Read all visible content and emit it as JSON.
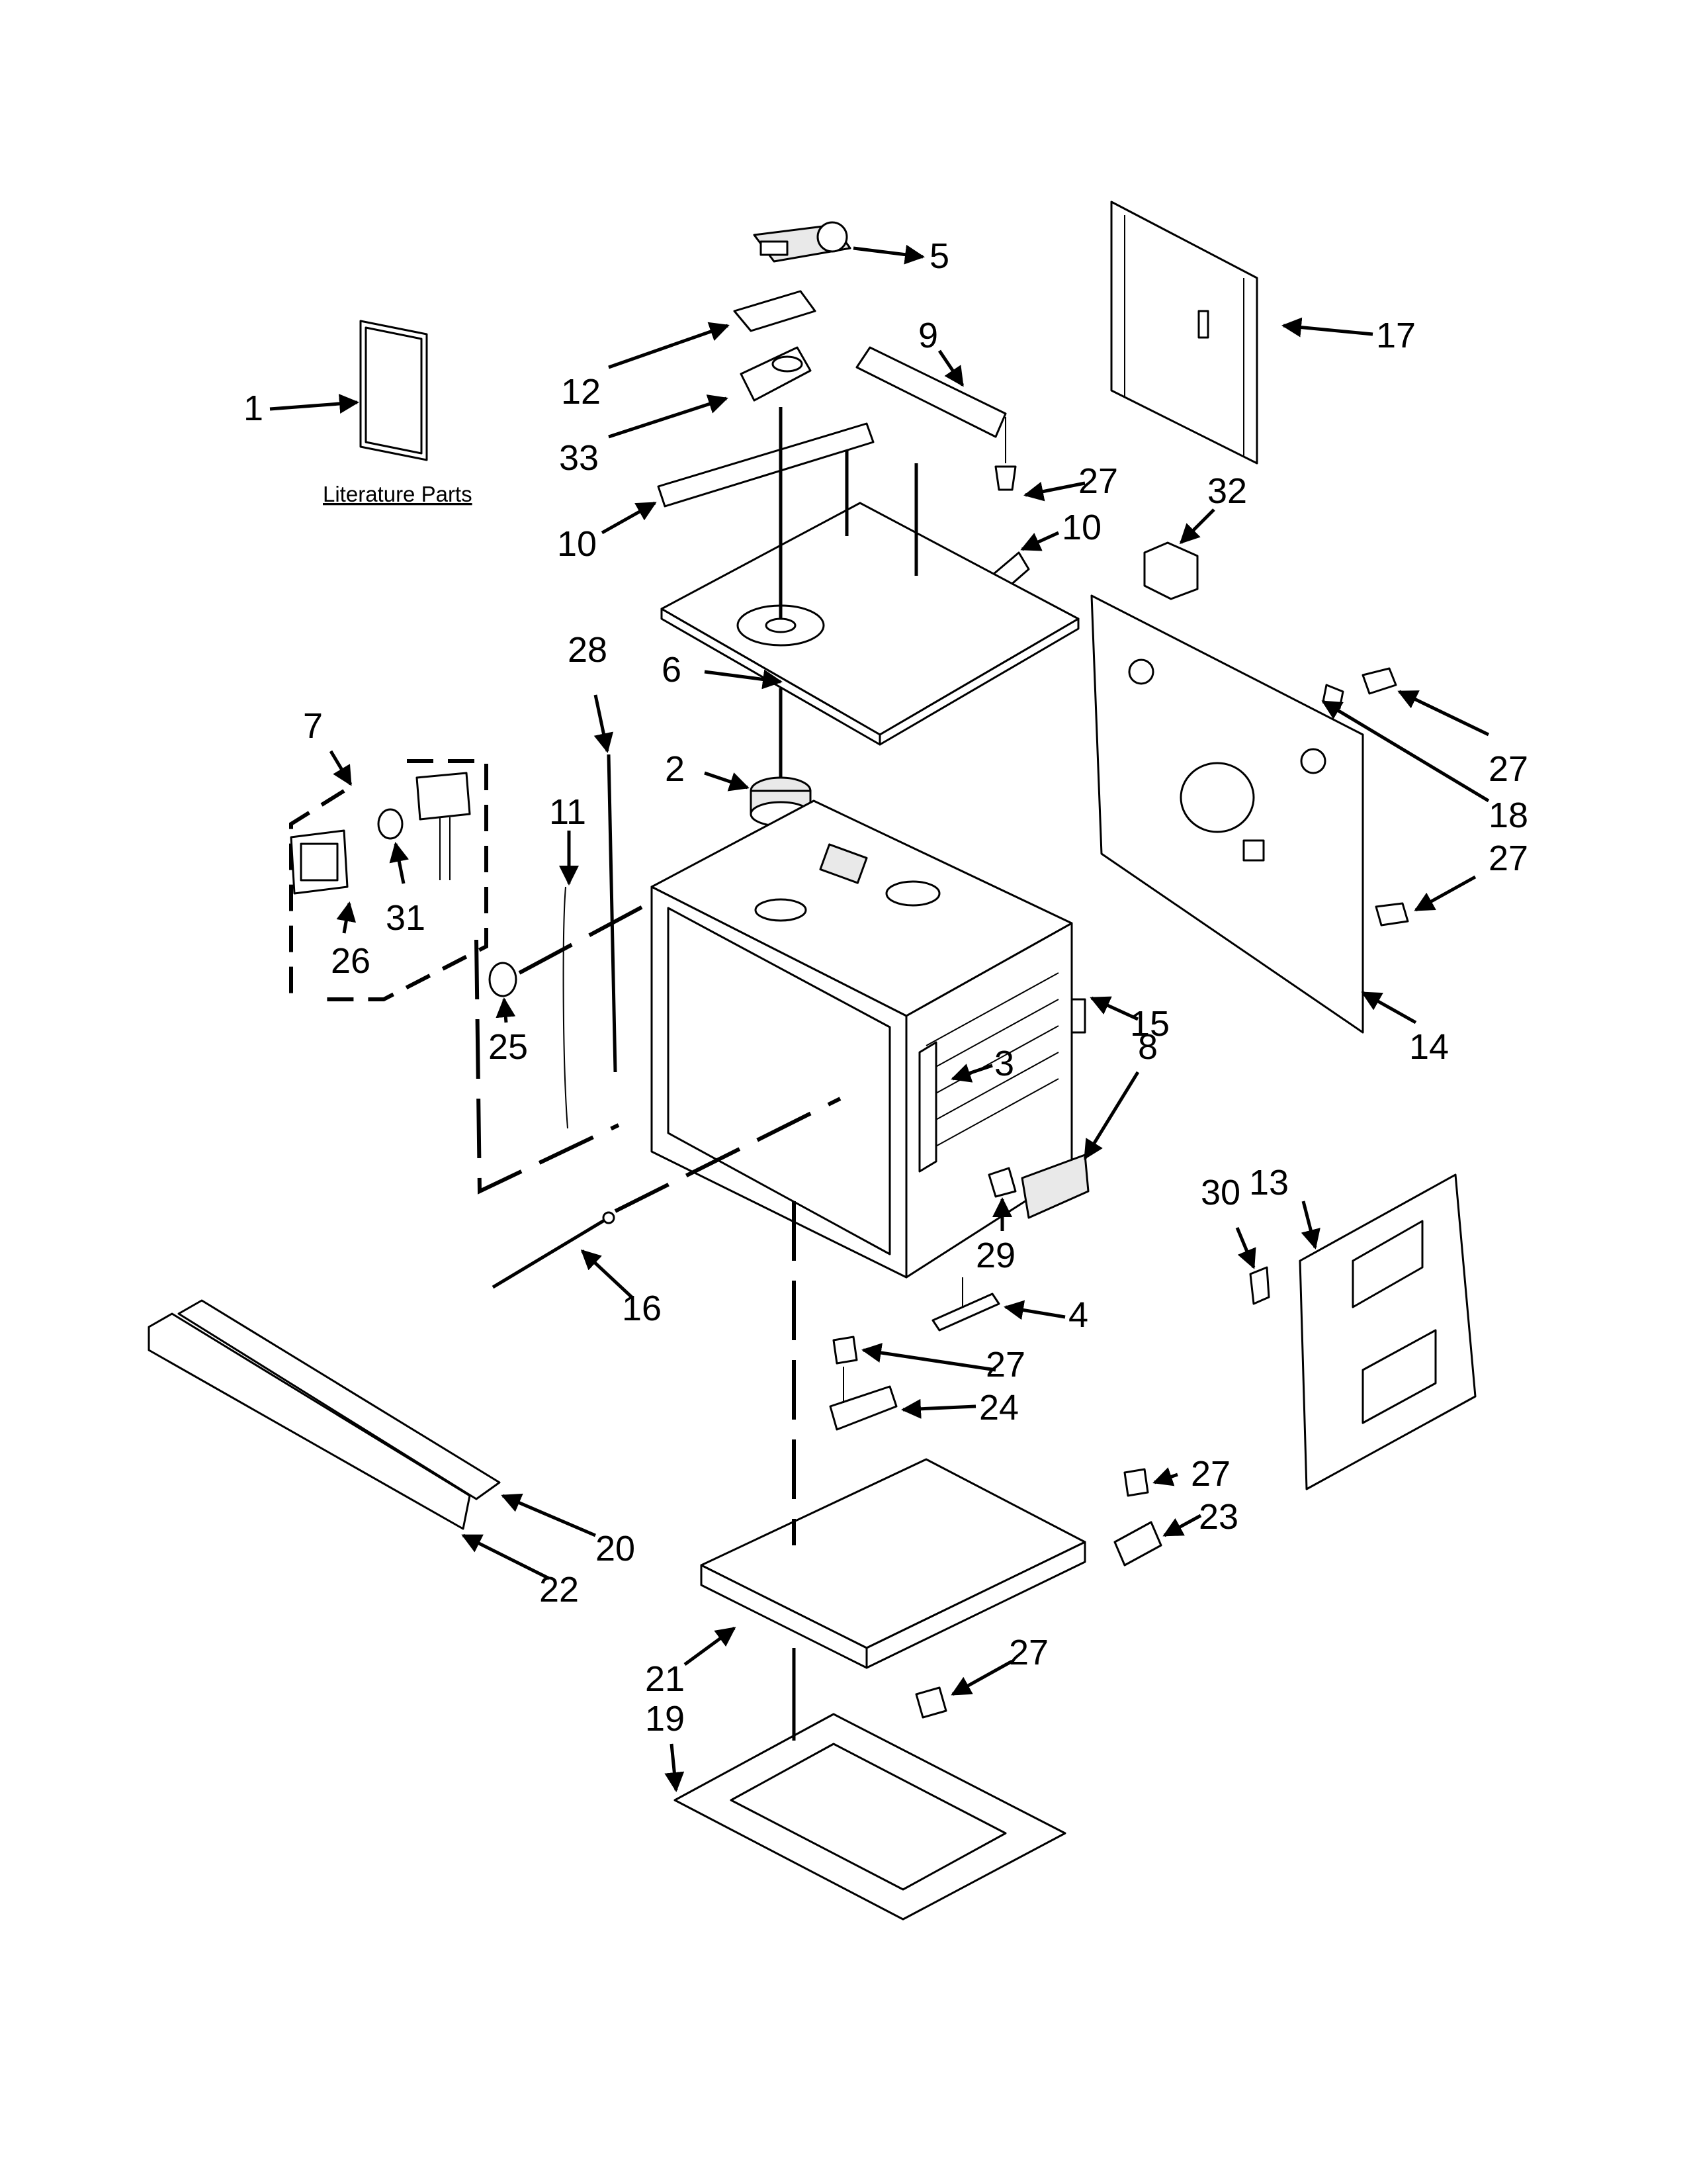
{
  "diagram": {
    "literature_label": "Literature Parts",
    "callouts": [
      "1",
      "2",
      "3",
      "4",
      "5",
      "6",
      "7",
      "8",
      "9",
      "10",
      "10",
      "11",
      "12",
      "13",
      "14",
      "15",
      "16",
      "17",
      "18",
      "19",
      "20",
      "21",
      "22",
      "23",
      "24",
      "25",
      "26",
      "27",
      "27",
      "27",
      "27",
      "27",
      "27",
      "28",
      "29",
      "30",
      "31",
      "32",
      "33"
    ]
  }
}
